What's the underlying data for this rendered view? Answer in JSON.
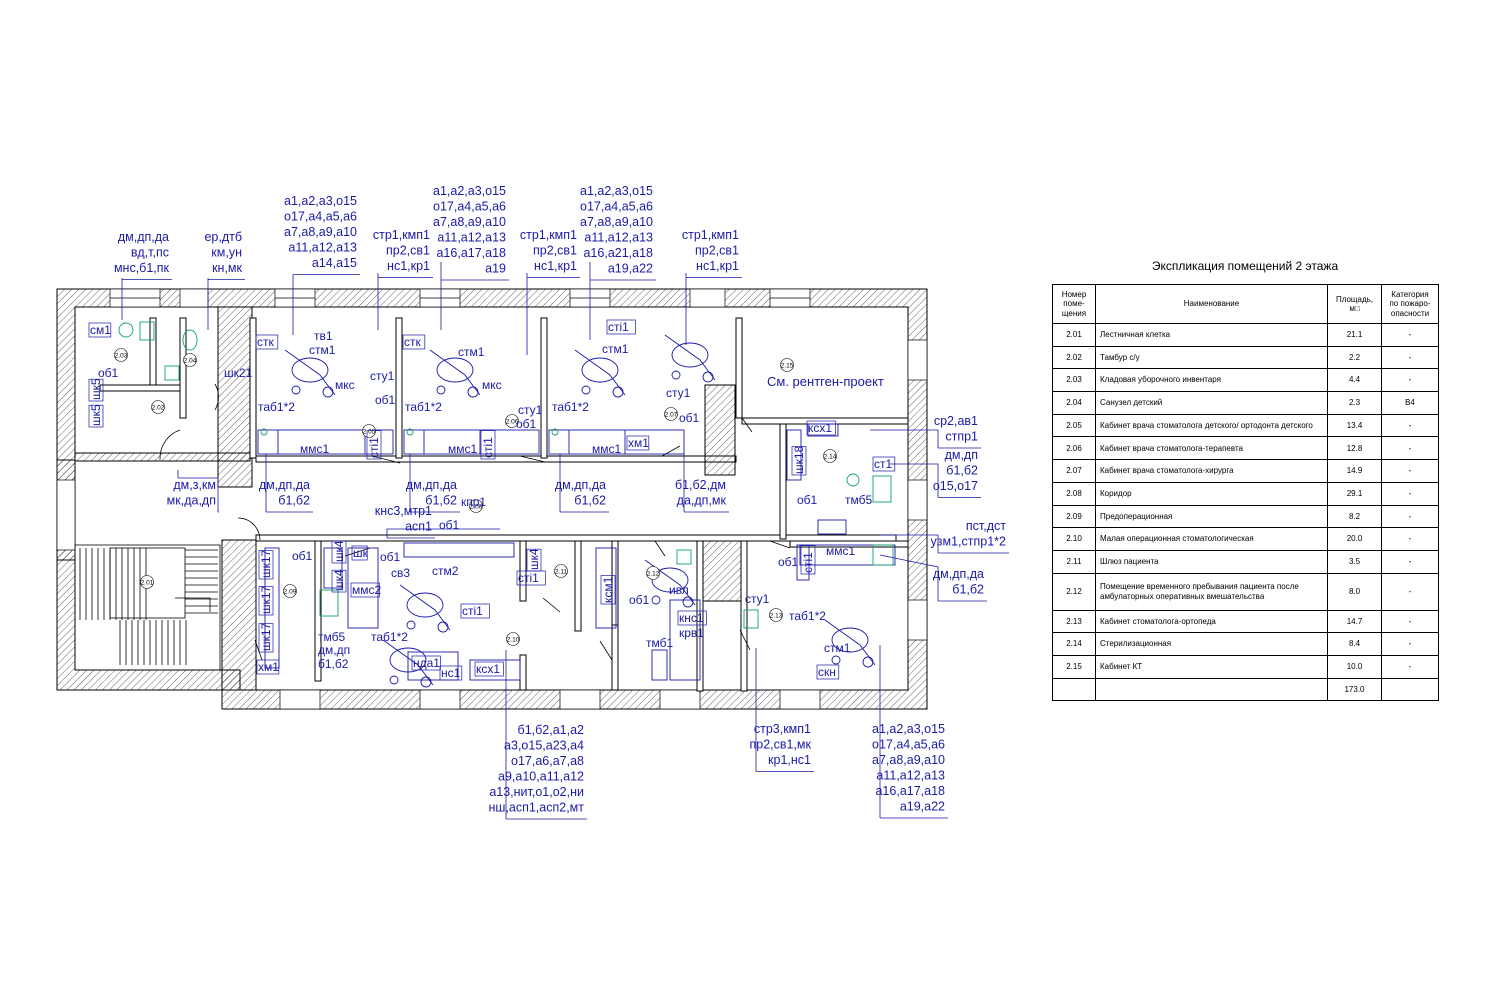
{
  "rooms": [
    {
      "num": "2.01",
      "title": ""
    },
    {
      "num": "2.02",
      "title": ""
    },
    {
      "num": "2.03",
      "title": ""
    },
    {
      "num": "2.04",
      "title": ""
    },
    {
      "num": "2.05",
      "title": ""
    },
    {
      "num": "2.06",
      "title": ""
    },
    {
      "num": "2.07",
      "title": ""
    },
    {
      "num": "2.08",
      "title": ""
    },
    {
      "num": "2.09",
      "title": ""
    },
    {
      "num": "2.10",
      "title": ""
    },
    {
      "num": "2.11",
      "title": ""
    },
    {
      "num": "2.12",
      "title": ""
    },
    {
      "num": "2.13",
      "title": ""
    },
    {
      "num": "2.14",
      "title": ""
    },
    {
      "num": "2.15",
      "title": "См. рентген-проект"
    }
  ],
  "equipment_labels": [
    "см1",
    "об1",
    "шк5",
    "шк5",
    "шк21",
    "стк",
    "тв1",
    "стм1",
    "мкс",
    "сту1",
    "об1",
    "таб1*2",
    "ммс1",
    "сті1",
    "стк",
    "стм1",
    "мкс",
    "сту1",
    "таб1*2",
    "ммс1",
    "сті1",
    "об1",
    "сті1",
    "стм1",
    "сту1",
    "об1",
    "таб1*2",
    "ммс1",
    "хм1",
    "ксх1",
    "шк18",
    "ст1",
    "об1",
    "тмб5",
    "ммс1",
    "об1",
    "сті1",
    "шк17",
    "шк17",
    "шк17",
    "хм1",
    "об1",
    "шк4",
    "шк4",
    "шк",
    "об1",
    "св3",
    "стм2",
    "ммс2",
    "тмб5",
    "таб1*2",
    "сті1",
    "дм,дп",
    "б1,б2",
    "нда1",
    "нс1",
    "ксх1",
    "шк4",
    "сті1",
    "ксм1",
    "об1",
    "ивл",
    "кнс1",
    "крв1",
    "тмб1",
    "сту1",
    "таб1*2",
    "стм1",
    "скн",
    "кпр1",
    "об1"
  ],
  "callouts": [
    {
      "lines": [
        "дм,дп,да",
        "вд,т,пс",
        "мнс,б1,пк"
      ]
    },
    {
      "lines": [
        "ер,дтб",
        "км,ун",
        "кн,мк"
      ]
    },
    {
      "lines": [
        "а1,а2,а3,о15",
        "о17,а4,а5,а6",
        "а7,а8,а9,а10",
        "а11,а12,а13",
        "а14,а15"
      ]
    },
    {
      "lines": [
        "стр1,кмп1",
        "пр2,св1",
        "нс1,кр1"
      ]
    },
    {
      "lines": [
        "а1,а2,а3,о15",
        "о17,а4,а5,а6",
        "а7,а8,а9,а10",
        "а11,а12,а13",
        "а16,а17,а18",
        "а19"
      ]
    },
    {
      "lines": [
        "стр1,кмп1",
        "пр2,св1",
        "нс1,кр1"
      ]
    },
    {
      "lines": [
        "а1,а2,а3,о15",
        "о17,а4,а5,а6",
        "а7,а8,а9,а10",
        "а11,а12,а13",
        "а16,а21,а18",
        "а19,а22"
      ]
    },
    {
      "lines": [
        "стр1,кмп1",
        "пр2,св1",
        "нс1,кр1"
      ]
    },
    {
      "lines": [
        "дм,з,км",
        "мк,да,дп"
      ]
    },
    {
      "lines": [
        "дм,дп,да",
        "б1,б2"
      ]
    },
    {
      "lines": [
        "дм,дп,да",
        "б1,б2"
      ]
    },
    {
      "lines": [
        "дм,дп,да",
        "б1,б2"
      ]
    },
    {
      "lines": [
        "б1,б2,дм",
        "да,дп,мк"
      ]
    },
    {
      "lines": [
        "кнс3,мтр1",
        "асп1"
      ]
    },
    {
      "lines": [
        "ср2,ав1",
        "стпр1"
      ]
    },
    {
      "lines": [
        "дм,дп",
        "б1,б2",
        "о15,о17"
      ]
    },
    {
      "lines": [
        "пст,дст",
        "узм1,стпр1*2"
      ]
    },
    {
      "lines": [
        "дм,дп,да",
        "б1,б2"
      ]
    },
    {
      "lines": [
        "б1,б2,а1,а2",
        "а3,о15,а23,а4",
        "о17,а6,а7,а8",
        "а9,а10,а11,а12",
        "а13,нит,о1,о2,ни",
        "нш,асп1,асп2,мт"
      ]
    },
    {
      "lines": [
        "стр3,кмп1",
        "пр2,св1,мк",
        "кр1,нс1"
      ]
    },
    {
      "lines": [
        "а1,а2,а3,о15",
        "о17,а4,а5,а6",
        "а7,а8,а9,а10",
        "а11,а12,а13",
        "а16,а17,а18",
        "а19,а22"
      ]
    }
  ],
  "explication": {
    "title": "Экспликация  помещений 2 этажа",
    "headers": [
      "Номер поме-щения",
      "Наименование",
      "Площадь, м□",
      "Категория по пожаро-опасности"
    ],
    "rows": [
      {
        "num": "2.01",
        "name": "Лестничная клетка",
        "area": "21.1",
        "cat": "-"
      },
      {
        "num": "2.02",
        "name": "Тамбур с/у",
        "area": "2.2",
        "cat": "-"
      },
      {
        "num": "2.03",
        "name": "Кладовая уборочного инвентаря",
        "area": "4.4",
        "cat": "-"
      },
      {
        "num": "2.04",
        "name": "Санузел детский",
        "area": "2.3",
        "cat": "В4"
      },
      {
        "num": "2.05",
        "name": "Кабинет врача стоматолога детского/ ортодонта детского",
        "area": "13.4",
        "cat": "-"
      },
      {
        "num": "2.06",
        "name": "Кабинет врача стоматолога-терапевта",
        "area": "12.8",
        "cat": "-"
      },
      {
        "num": "2.07",
        "name": "Кабинет врача стоматолога-хирурга",
        "area": "14.9",
        "cat": "-"
      },
      {
        "num": "2.08",
        "name": "Коридор",
        "area": "29.1",
        "cat": "-"
      },
      {
        "num": "2.09",
        "name": "Предоперационная",
        "area": "8.2",
        "cat": "-"
      },
      {
        "num": "2.10",
        "name": "Малая операционная стоматологическая",
        "area": "20.0",
        "cat": "-"
      },
      {
        "num": "2.11",
        "name": "Шлюз пациента",
        "area": "3.5",
        "cat": "-"
      },
      {
        "num": "2.12",
        "name": "Помещение временного пребывания пациента после амбулаторных оперативных вмешательства",
        "area": "8.0",
        "cat": "-"
      },
      {
        "num": "2.13",
        "name": "Кабинет стоматолога-ортопеда",
        "area": "14.7",
        "cat": "-"
      },
      {
        "num": "2.14",
        "name": "Стерилизационная",
        "area": "8.4",
        "cat": "-"
      },
      {
        "num": "2.15",
        "name": "Кабинет КТ",
        "area": "10.0",
        "cat": "-"
      }
    ],
    "total": "173.0"
  }
}
